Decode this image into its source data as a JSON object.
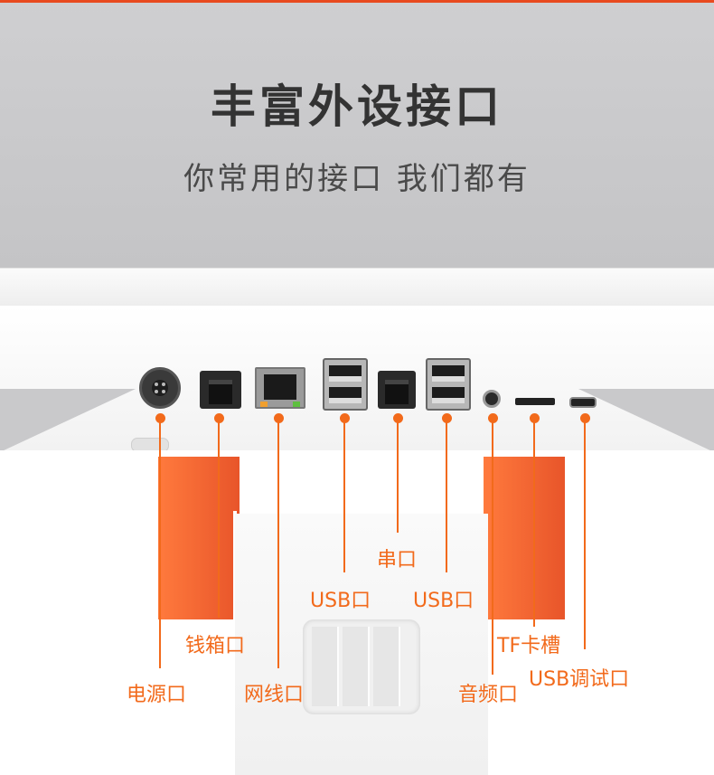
{
  "header": {
    "title": "丰富外设接口",
    "subtitle": "你常用的接口  我们都有"
  },
  "ports": [
    {
      "key": "power",
      "label": "电源口",
      "icon": "power-port-icon"
    },
    {
      "key": "cash_drawer",
      "label": "钱箱口",
      "icon": "rj11-port-icon"
    },
    {
      "key": "network",
      "label": "网线口",
      "icon": "rj45-port-icon"
    },
    {
      "key": "usb1",
      "label": "USB口",
      "icon": "usb-dual-port-icon"
    },
    {
      "key": "serial",
      "label": "串口",
      "icon": "rj11-port-icon"
    },
    {
      "key": "usb2",
      "label": "USB口",
      "icon": "usb-dual-port-icon"
    },
    {
      "key": "audio",
      "label": "音频口",
      "icon": "audio-jack-icon"
    },
    {
      "key": "tf",
      "label": "TF卡槽",
      "icon": "tf-slot-icon"
    },
    {
      "key": "usb_debug",
      "label": "USB调试口",
      "icon": "micro-usb-icon"
    }
  ],
  "colors": {
    "accent": "#f26a1b",
    "stand_orange": "#e8552a",
    "background": "#c9c9cb"
  }
}
